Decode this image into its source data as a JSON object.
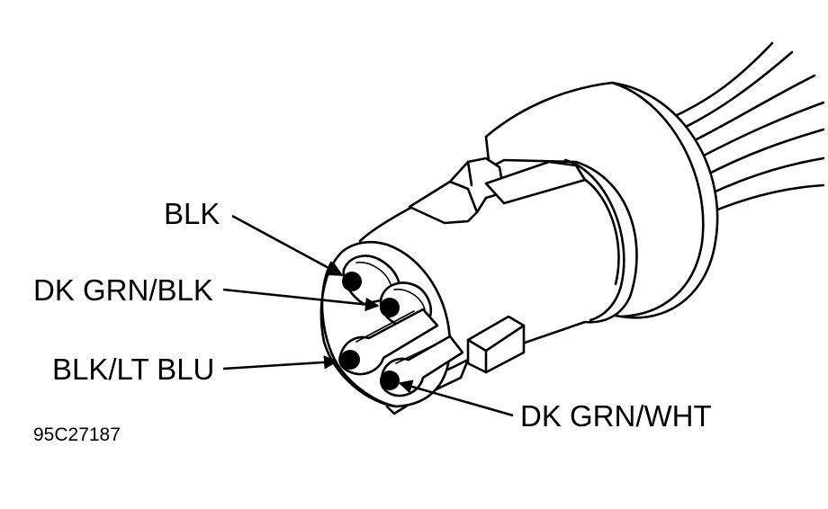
{
  "labels": {
    "blk": "BLK",
    "dk_grn_blk": "DK GRN/BLK",
    "blk_lt_blu": "BLK/LT BLU",
    "dk_grn_wht": "DK GRN/WHT"
  },
  "figure_id": "95C27187",
  "colors": {
    "ink": "#000000",
    "background": "#ffffff"
  }
}
